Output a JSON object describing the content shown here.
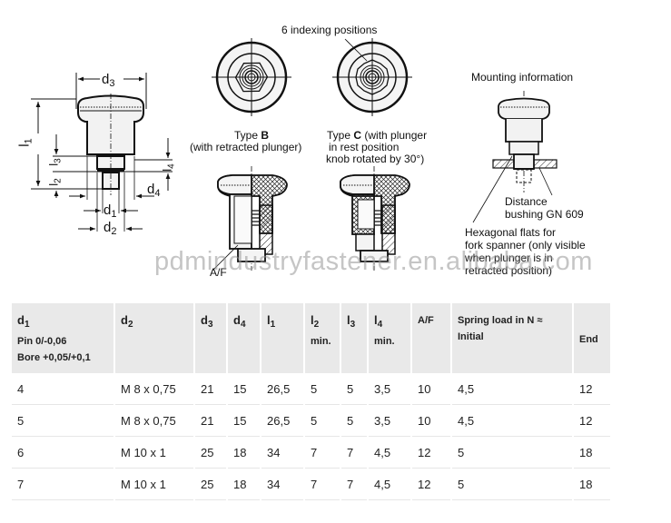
{
  "drawing": {
    "main_view_labels": {
      "d3": "d3",
      "d1": "d1",
      "d2": "d2",
      "d4": "d4",
      "l1": "l1",
      "l2": "l2",
      "l3": "l3",
      "l4": "l4"
    },
    "indexing_label": "6 indexing positions",
    "type_b": {
      "prefix": "Type ",
      "letter": "B",
      "line2": "(with retracted plunger)"
    },
    "type_c": {
      "prefix": "Type ",
      "letter": "C",
      "suffix": " (with plunger",
      "line2": "in rest position",
      "line3": "knob rotated by 30°)"
    },
    "af_label": "A/F",
    "mounting": {
      "title": "Mounting information",
      "distance_line1": "Distance",
      "distance_line2": "bushing GN 609",
      "hex_line1": "Hexagonal flats for",
      "hex_line2": "fork spanner (only visible",
      "hex_line3": "when plunger is in",
      "hex_line4": "retracted position)"
    },
    "watermark": "pdmindustryfastener.en.alibaba.com"
  },
  "table": {
    "headers": [
      {
        "sym": "d",
        "sub": "1",
        "lines": [
          "Pin 0/-0,06",
          "Bore +0,05/+0,1"
        ]
      },
      {
        "sym": "d",
        "sub": "2",
        "lines": []
      },
      {
        "sym": "d",
        "sub": "3",
        "lines": []
      },
      {
        "sym": "d",
        "sub": "4",
        "lines": []
      },
      {
        "sym": "l",
        "sub": "1",
        "lines": []
      },
      {
        "sym": "l",
        "sub": "2",
        "lines": [
          "min."
        ]
      },
      {
        "sym": "l",
        "sub": "3",
        "lines": []
      },
      {
        "sym": "l",
        "sub": "4",
        "lines": [
          "min."
        ]
      },
      {
        "sym": "A/F",
        "sub": "",
        "lines": []
      },
      {
        "sym": "",
        "sub": "",
        "lines": [
          "Spring load in N ≈",
          "Initial"
        ]
      },
      {
        "sym": "",
        "sub": "",
        "lines": [
          "End"
        ]
      }
    ],
    "rows": [
      [
        "4",
        "M 8 x 0,75",
        "21",
        "15",
        "26,5",
        "5",
        "5",
        "3,5",
        "10",
        "4,5",
        "12"
      ],
      [
        "5",
        "M 8 x 0,75",
        "21",
        "15",
        "26,5",
        "5",
        "5",
        "3,5",
        "10",
        "4,5",
        "12"
      ],
      [
        "6",
        "M 10 x 1",
        "25",
        "18",
        "34",
        "7",
        "7",
        "4,5",
        "12",
        "5",
        "18"
      ],
      [
        "7",
        "M 10 x 1",
        "25",
        "18",
        "34",
        "7",
        "7",
        "4,5",
        "12",
        "5",
        "18"
      ]
    ]
  }
}
